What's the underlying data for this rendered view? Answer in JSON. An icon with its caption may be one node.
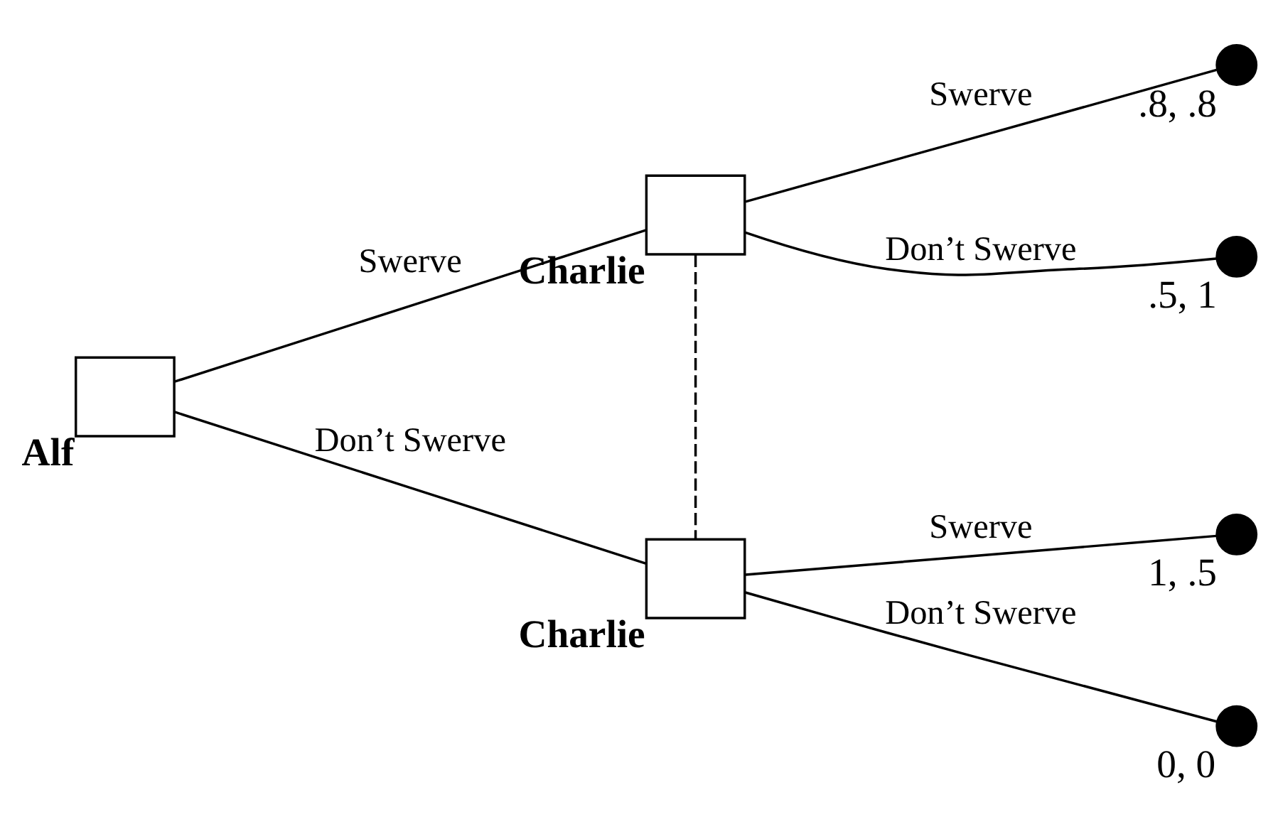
{
  "diagram": {
    "nodes": [
      {
        "text": [
          "Alf"
        ]
      },
      {
        "text": [
          "Charlie"
        ]
      },
      {
        "text": [
          "Charlie"
        ]
      },
      {
        "text": [],
        "shape": "circle",
        "beside": [
          ".8, .8"
        ]
      },
      {
        "text": [],
        "shape": "circle",
        "beside": [
          ".5, 1"
        ]
      },
      {
        "text": [],
        "shape": "circle",
        "beside": [
          "1, .5"
        ]
      },
      {
        "text": [],
        "shape": "circle",
        "beside": [
          "0, 0"
        ]
      }
    ],
    "edges": [
      {
        "from": 0,
        "to": 1,
        "arrow": "none",
        "label": "Swerve"
      },
      {
        "from": 0,
        "to": 2,
        "arrow": "none",
        "label": "Don’t Swerve"
      },
      {
        "from": 1,
        "to": 3,
        "arrow": "none",
        "label": "Swerve"
      },
      {
        "from": 1,
        "to": 4,
        "arrow": "none",
        "label": "Don’t Swerve"
      },
      {
        "from": 2,
        "to": 5,
        "arrow": "none",
        "label": "Swerve"
      },
      {
        "from": 2,
        "to": 6,
        "arrow": "none",
        "label": "Don’t Swerve"
      },
      {
        "from": 1,
        "to": 2,
        "arrow": "none",
        "style": "dashed"
      }
    ]
  }
}
